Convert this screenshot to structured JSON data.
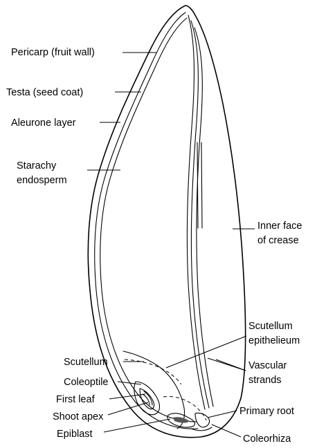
{
  "labels": {
    "pericarp": "Pericarp (fruit wall)",
    "testa": "Testa (seed coat)",
    "aleurone": "Aleurone layer",
    "starchy_1": "Starachy",
    "starchy_2": "endosperm",
    "crease_1": "Inner face",
    "crease_2": "of crease",
    "scut_epi_1": "Scutellum",
    "scut_epi_2": "epithelieum",
    "scutellum": "Scutellum",
    "vascular_1": "Vascular",
    "vascular_2": "strands",
    "coleoptile": "Coleoptile",
    "first_leaf": "First leaf",
    "primary_root": "Primary root",
    "shoot_apex": "Shoot apex",
    "epiblast": "Epiblast",
    "coleorhiza": "Coleorhiza"
  }
}
